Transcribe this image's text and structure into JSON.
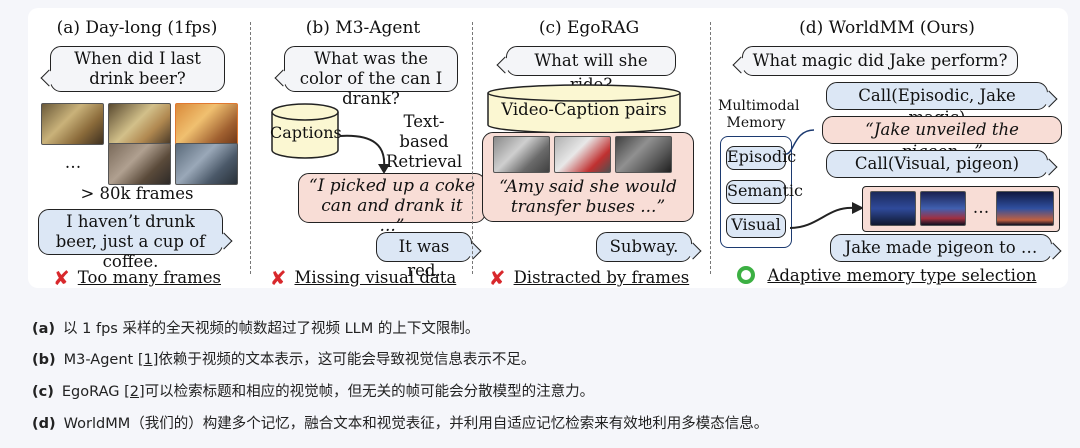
{
  "panels": {
    "a": {
      "title": "(a) Day-long (1fps)",
      "question": "When did I last drink beer?",
      "ellipsis": "…",
      "frames_count": "> 80k frames",
      "answer": "I haven’t drunk beer, just a cup of coffee.",
      "status": "Too many frames"
    },
    "b": {
      "title": "(b) M3-Agent",
      "question": "What was the color of the can I drank?",
      "store": "Captions",
      "retrieval_label": "Text-based Retrieval",
      "retrieved": "“I picked up a coke can and drank it ...”",
      "answer": "It was red.",
      "status": "Missing visual data"
    },
    "c": {
      "title": "(c) EgoRAG",
      "question": "What will she ride?",
      "store": "Video-Caption pairs",
      "retrieved": "“Amy said she would transfer buses ...”",
      "answer": "Subway.",
      "status": "Distracted by frames"
    },
    "d": {
      "title": "(d) WorldMM (Ours)",
      "question": "What magic did Jake perform?",
      "memory_label": "Multimodal Memory",
      "memories": [
        "Episodic",
        "Semantic",
        "Visual"
      ],
      "call1": "Call(Episodic, Jake magic)",
      "result1": "“Jake unveiled the pigeon…”",
      "call2": "Call(Visual, pigeon)",
      "ellipsis": "…",
      "answer": "Jake made pigeon to …",
      "status": "Adaptive memory type selection"
    }
  },
  "status_colors": {
    "fail": "#d8282c",
    "success": "#3cb043"
  },
  "captions": [
    {
      "label": "(a)",
      "text": "以 1 fps 采样的全天视频的帧数超过了视频 LLM 的上下文限制。"
    },
    {
      "label": "(b)",
      "pre": "M3-Agent ",
      "ref": "[1]",
      "post": "依赖于视频的文本表示，这可能会导致视觉信息表示不足。"
    },
    {
      "label": "(c)",
      "pre": "EgoRAG ",
      "ref": "[2]",
      "post": "可以检索标题和相应的视觉帧，但无关的帧可能会分散模型的注意力。"
    },
    {
      "label": "(d)",
      "text": "WorldMM（我们的）构建多个记忆，融合文本和视觉表征，并利用自适应记忆检索来有效地利用多模态信息。"
    }
  ]
}
